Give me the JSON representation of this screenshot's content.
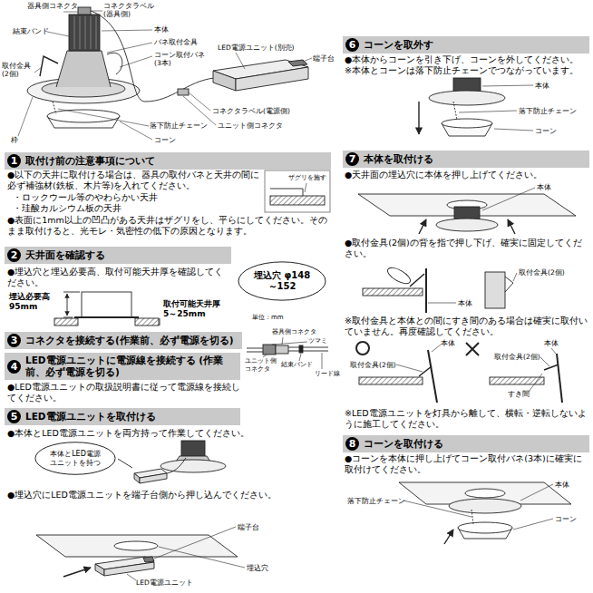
{
  "diagram": {
    "nodes": [
      {
        "text": [
          "1",
          "取付け前の注意事項について"
        ]
      },
      {
        "text": [
          "2",
          "天井面を確認する"
        ]
      },
      {
        "text": [
          "埋込穴 φ148～152"
        ]
      },
      {
        "text": [
          "3",
          "コネクタを接続する(作業前、必ず電源を切る)"
        ]
      },
      {
        "text": [
          "4",
          "LED電源ユニットに電源線を接続する (作業前、必ず電源を切る)"
        ]
      },
      {
        "text": [
          "5",
          "LED電源ユニットを取付ける"
        ]
      },
      {
        "text": [
          "本体とLED電源ユニットを持つ"
        ]
      },
      {
        "text": [
          "6",
          "コーンを取外す"
        ]
      },
      {
        "text": [
          "7",
          "本体を取付ける"
        ]
      },
      {
        "text": [
          "8",
          "コーンを取付ける"
        ]
      }
    ],
    "labels": [
      "器具側コネクタ",
      "コネクタラベル (器具側)",
      "本体",
      "結束バンド",
      "バネ取付金具",
      "取付金具 (2個)",
      "コーン取付バネ (3本)",
      "枠",
      "コーン",
      "LED電源ユニット(別売)",
      "端子台",
      "落下防止チェーン",
      "コネクタラベル(電源側)",
      "ユニット側コネクタ",
      "●以下の天井に取付ける場合は、器具の取付バネと天井の間に必ず補強材(鉄板、木片等)を入れてください。",
      "・ロックウール等のやわらかい天井",
      "・珪酸カルシウム板の天井",
      "●表面に1mm以上の凹凸がある天井はザグリをし、平らにしてください。そのまま取付けると、光モレ・気密性の低下の原因となります。",
      "ザグリを施す",
      "●埋込穴と埋込必要高、取付可能天井厚を確認してください。",
      "埋込必要高 95mm",
      "取付可能天井厚 5～25mm",
      "単位：mm",
      "器具側コネクタ",
      "ツマミ",
      "ユニット側コネクタ",
      "結束バンド",
      "リード線",
      "●LED電源ユニットの取扱説明書に従って電源線を接続してください。",
      "●本体とLED電源ユニットを両方持って作業してください。",
      "●埋込穴にLED電源ユニットを端子台側から押し込んでください。",
      "端子台",
      "埋込穴",
      "LED電源ユニット",
      "●本体からコーンを引き下げ、コーンを外してください。",
      "※本体とコーンは落下防止チェーンでつながっています。",
      "本体",
      "落下防止チェーン",
      "コーン",
      "●天井面の埋込穴に本体を押し上げてください。",
      "本体",
      "●取付金具(2個)の背を指で押し下げ、確実に固定してください。",
      "取付金具(2個)",
      "本体",
      "※取付金具と本体との間にすき間のある場合は確実に取付いていません。再度確認してください。",
      "本体",
      "取付金具(2個)",
      "本体",
      "取付金具(2個)",
      "すき間",
      "※LED電源ユニットを灯具から離して、横転・逆転しないように施工してください。",
      "●コーンを本体に押し上げてコーン取付バネ(3本)に確実に取付けてください。",
      "本体",
      "落下防止チェーン",
      "コーン"
    ]
  }
}
